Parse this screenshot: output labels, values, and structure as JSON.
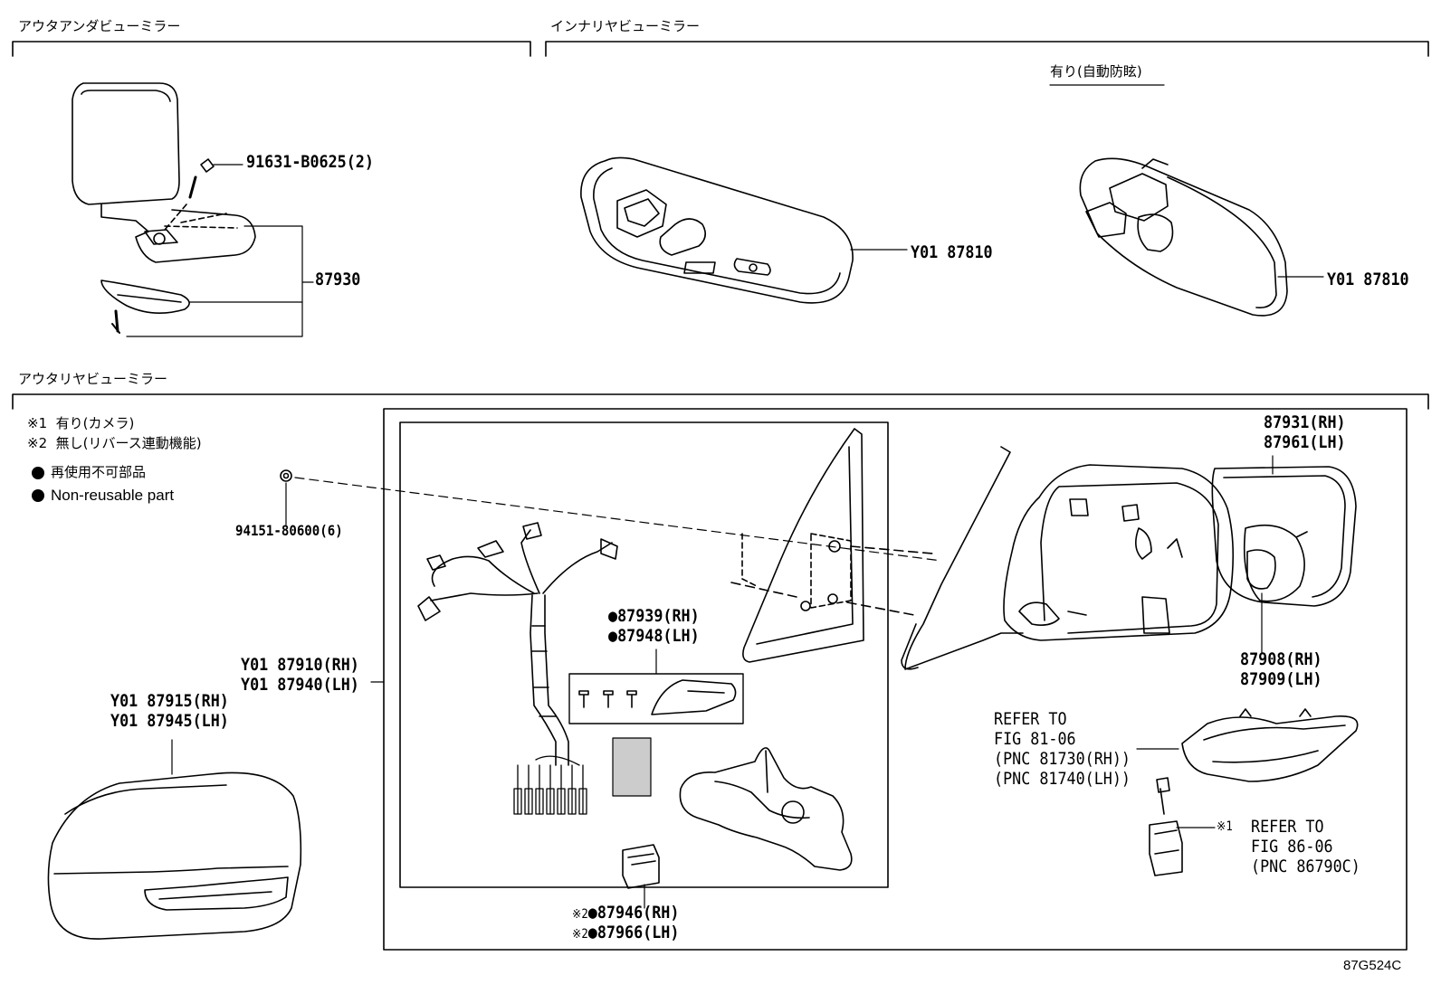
{
  "sections": {
    "outer_under": "アウタアンダビューミラー",
    "inner_rear": "インナリヤビューミラー",
    "outer_rear": "アウタリヤビューミラー"
  },
  "inner_variant": "有り(自動防眩)",
  "legend": {
    "note1": "※1  有り(カメラ)",
    "note2": "※2  無し(リバース連動機能)",
    "bullet_jp": "再使用不可部品",
    "bullet_en": "Non-reusable part"
  },
  "parts": {
    "screw_under": "91631-B0625(2)",
    "under_mirror": "87930",
    "inner_mirror_a": "Y01 87810",
    "inner_mirror_b": "Y01 87810",
    "clip": "94151-80600(6)",
    "mirror_assy_rh": "Y01 87910(RH)",
    "mirror_assy_lh": "Y01 87940(LH)",
    "cover_rh": "Y01 87915(RH)",
    "cover_lh": "Y01 87945(LH)",
    "retainer_rh": "87939(RH)",
    "retainer_lh": "87948(LH)",
    "connector_rh": "87946(RH)",
    "connector_lh": "87966(LH)",
    "glass_rh": "87931(RH)",
    "glass_lh": "87961(LH)",
    "motor_rh": "87908(RH)",
    "motor_lh": "87909(LH)"
  },
  "refer_lamp": [
    "REFER TO",
    "FIG 81-06",
    "(PNC 81730(RH))",
    "(PNC 81740(LH))"
  ],
  "refer_camera": [
    "REFER TO",
    "FIG 86-06",
    "(PNC 86790C)"
  ],
  "marks": {
    "note1": "※1",
    "note2": "※2",
    "bullet": "●"
  },
  "figure_code": "87G524C"
}
